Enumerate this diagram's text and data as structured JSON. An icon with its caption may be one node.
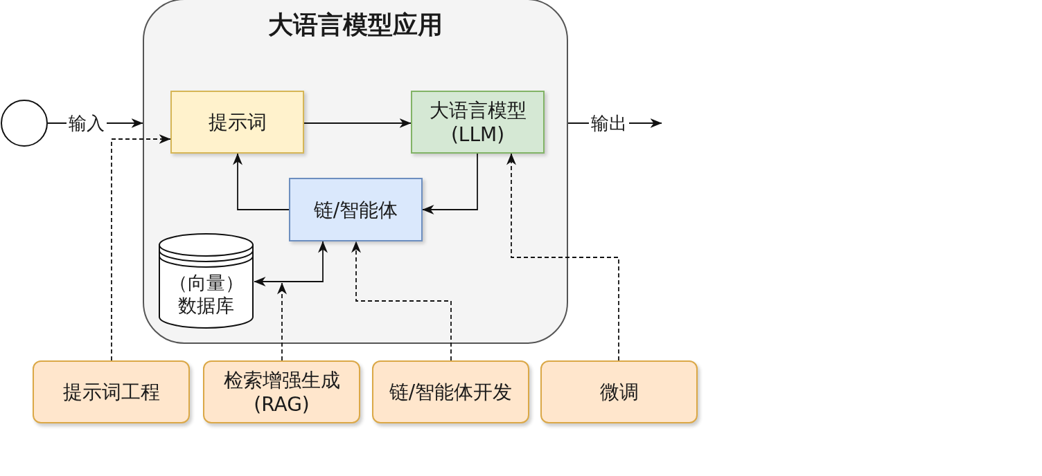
{
  "diagram": {
    "nodes": [
      {
        "text": [
          "大语言模型应用"
        ]
      },
      {
        "text": [
          "提示词"
        ],
        "in": 0
      },
      {
        "text": [
          "大语言模型 (LLM)"
        ],
        "in": 0
      },
      {
        "text": [
          "链/智能体"
        ],
        "in": 0
      },
      {
        "text": [
          "（向量）数据库"
        ],
        "in": 0
      },
      {
        "text": [],
        "shape": "circle"
      },
      {
        "text": [
          "提示词工程"
        ]
      },
      {
        "text": [
          "检索增强生成 (RAG)"
        ]
      },
      {
        "text": [
          "链/智能体开发"
        ]
      },
      {
        "text": [
          "微调"
        ]
      }
    ],
    "edges": [
      {
        "from": 5,
        "to": 0,
        "arrow": "to",
        "label": "输入"
      },
      {
        "from": 0,
        "to": null,
        "arrow": "to",
        "label": "输出"
      },
      {
        "from": 1,
        "to": 2,
        "arrow": "to"
      },
      {
        "from": 2,
        "to": 3,
        "arrow": "to"
      },
      {
        "from": 3,
        "to": 1,
        "arrow": "to"
      },
      {
        "from": 3,
        "to": 4,
        "arrow": "both"
      },
      {
        "from": 6,
        "to": 1,
        "arrow": "to",
        "style": "dashed"
      },
      {
        "from": 7,
        "to": null,
        "arrow": "to",
        "style": "dashed"
      },
      {
        "from": 8,
        "to": 3,
        "arrow": "to",
        "style": "dashed"
      },
      {
        "from": 9,
        "to": 2,
        "arrow": "to",
        "style": "dashed"
      }
    ]
  }
}
